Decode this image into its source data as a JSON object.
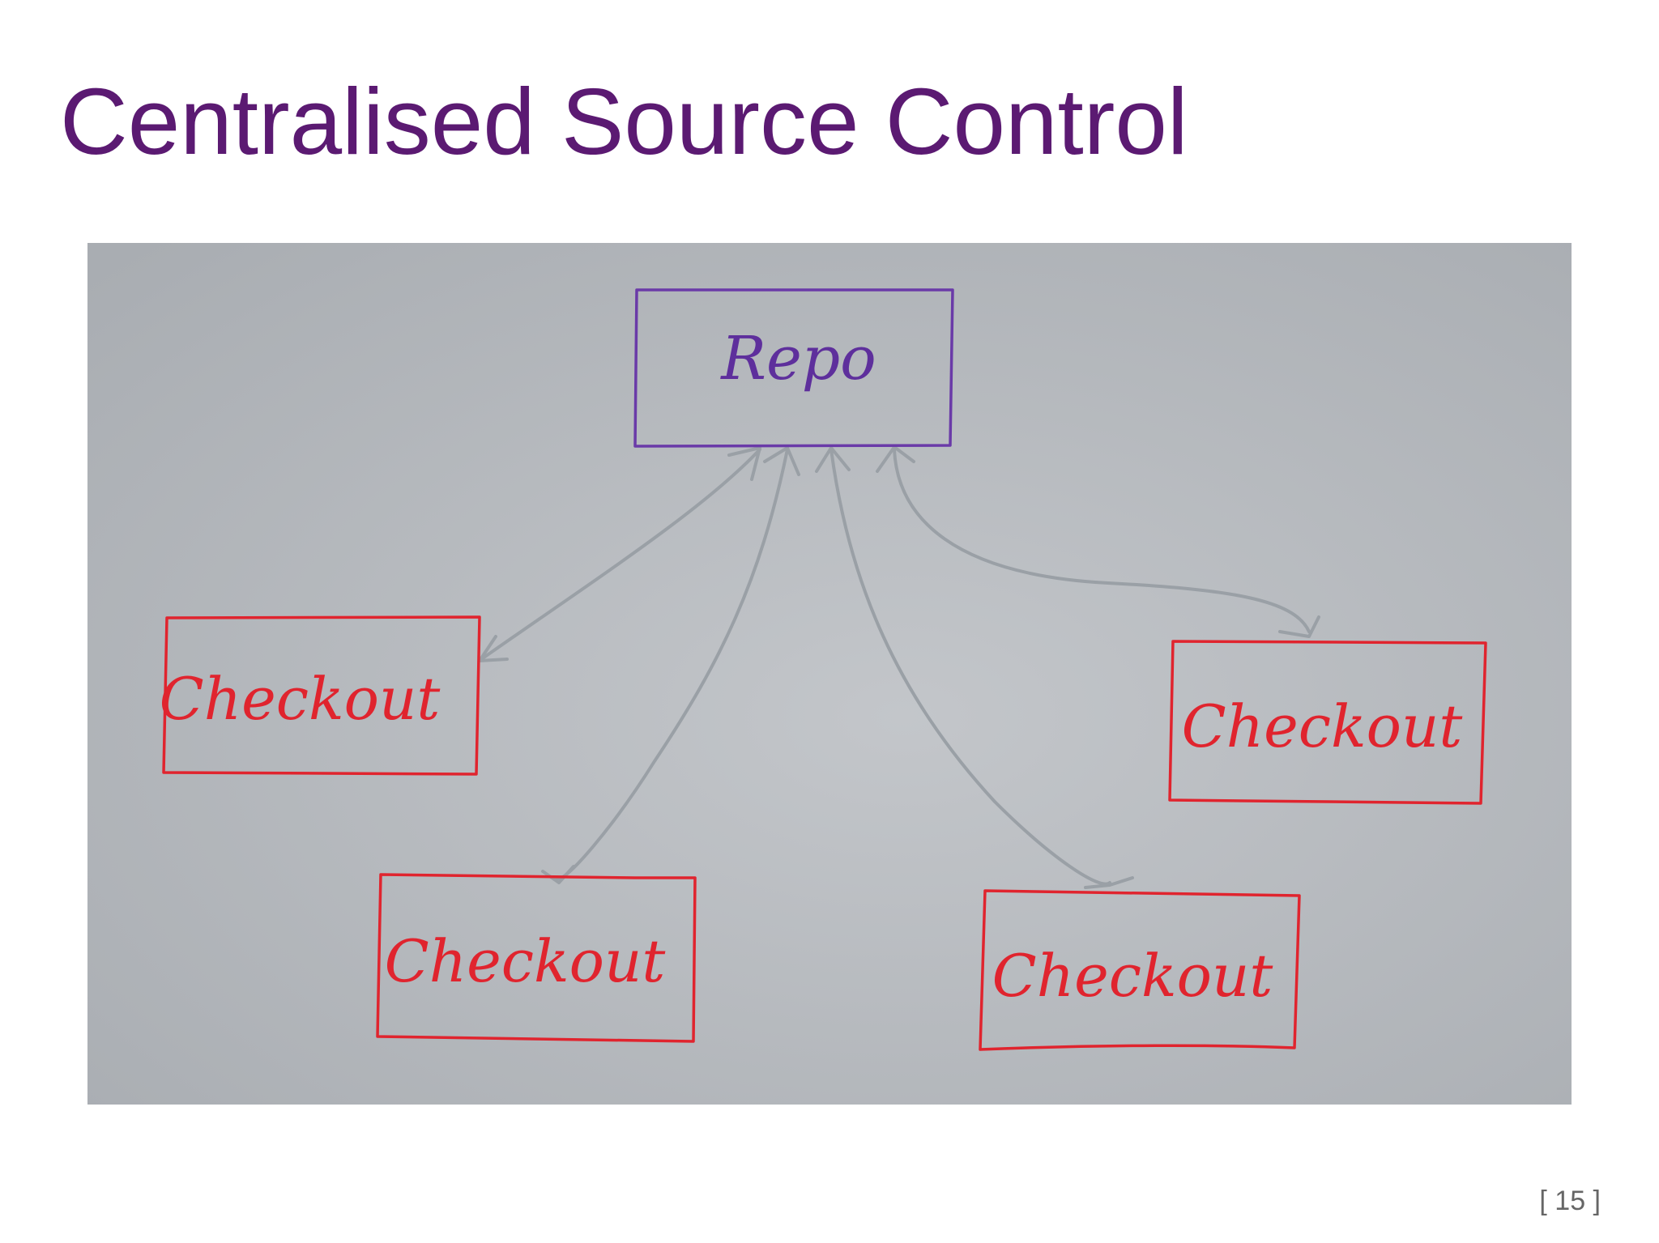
{
  "slide": {
    "title": "Centralised Source Control",
    "page_number": "[ 15 ]"
  },
  "diagram": {
    "repo": {
      "label": "Repo"
    },
    "checkouts": [
      {
        "label": "Checkout"
      },
      {
        "label": "Checkout"
      },
      {
        "label": "Checkout"
      },
      {
        "label": "Checkout"
      }
    ],
    "colors": {
      "title": "#5b1a72",
      "repo_ink": "#6a3aa8",
      "checkout_ink": "#e0242e",
      "arrow_ink": "#9aa0a6",
      "paper": "#b3b7bb"
    }
  }
}
